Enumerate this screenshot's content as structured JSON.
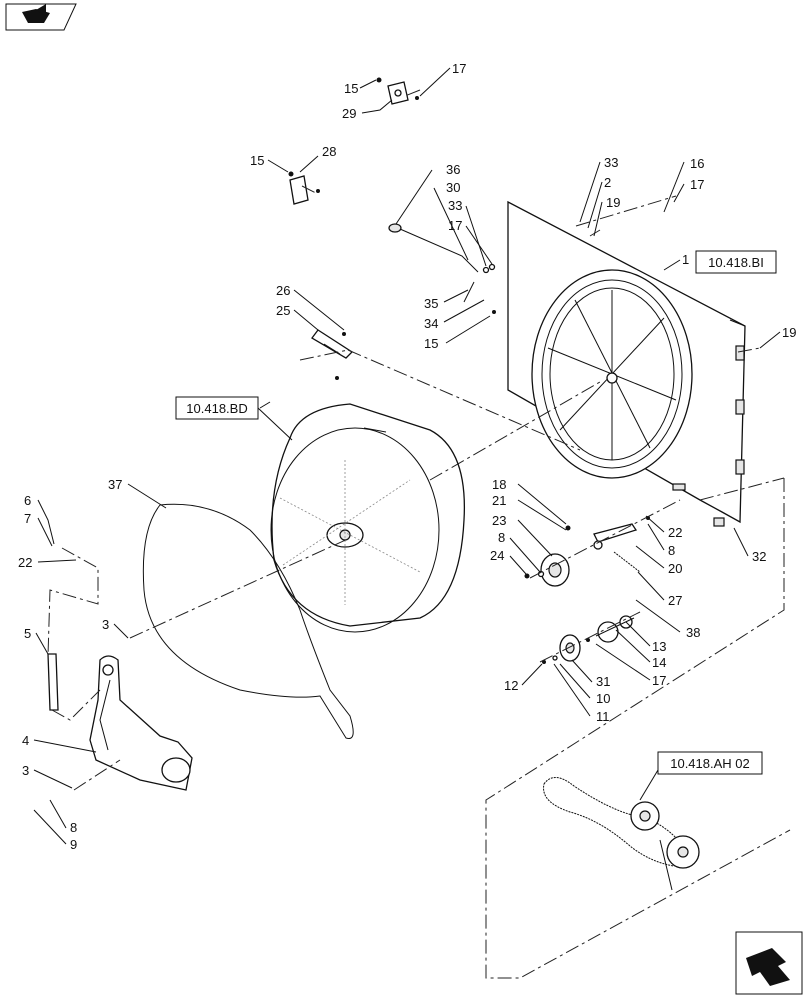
{
  "references": [
    {
      "id": "ref-bi",
      "text": "10.418.BI"
    },
    {
      "id": "ref-bd",
      "text": "10.418.BD"
    },
    {
      "id": "ref-ah",
      "text": "10.418.AH 02"
    }
  ],
  "callouts": [
    {
      "text": "15"
    },
    {
      "text": "29"
    },
    {
      "text": "17"
    },
    {
      "text": "15"
    },
    {
      "text": "28"
    },
    {
      "text": "36"
    },
    {
      "text": "30"
    },
    {
      "text": "33"
    },
    {
      "text": "17"
    },
    {
      "text": "35"
    },
    {
      "text": "34"
    },
    {
      "text": "15"
    },
    {
      "text": "33"
    },
    {
      "text": "2"
    },
    {
      "text": "19"
    },
    {
      "text": "16"
    },
    {
      "text": "17"
    },
    {
      "text": "1"
    },
    {
      "text": "19"
    },
    {
      "text": "26"
    },
    {
      "text": "25"
    },
    {
      "text": "37"
    },
    {
      "text": "6"
    },
    {
      "text": "7"
    },
    {
      "text": "22"
    },
    {
      "text": "5"
    },
    {
      "text": "3"
    },
    {
      "text": "4"
    },
    {
      "text": "3"
    },
    {
      "text": "8"
    },
    {
      "text": "9"
    },
    {
      "text": "18"
    },
    {
      "text": "21"
    },
    {
      "text": "23"
    },
    {
      "text": "8"
    },
    {
      "text": "24"
    },
    {
      "text": "22"
    },
    {
      "text": "8"
    },
    {
      "text": "20"
    },
    {
      "text": "32"
    },
    {
      "text": "27"
    },
    {
      "text": "38"
    },
    {
      "text": "13"
    },
    {
      "text": "14"
    },
    {
      "text": "17"
    },
    {
      "text": "12"
    },
    {
      "text": "31"
    },
    {
      "text": "10"
    },
    {
      "text": "11"
    }
  ],
  "icons": {
    "top_left": "book-arrow-icon",
    "bottom_right": "next-page-arrow-icon"
  }
}
